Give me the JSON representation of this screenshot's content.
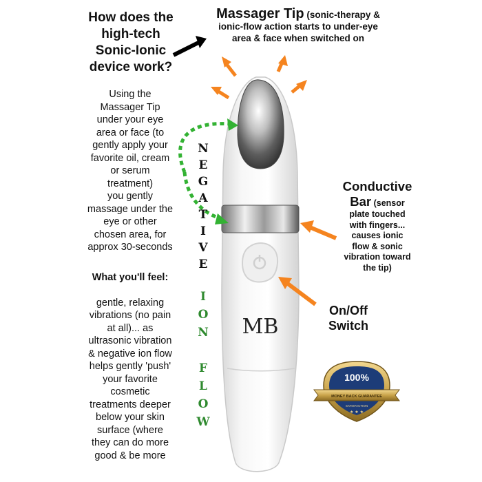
{
  "question": {
    "lines": [
      "How does the",
      "high-tech",
      "Sonic-Ionic",
      "device work?"
    ]
  },
  "massager_tip": {
    "title": "Massager Tip",
    "desc_line1": "(sonic-therapy &",
    "desc_line2": "ionic-flow action starts to under-eye",
    "desc_line3": "area & face when switched on"
  },
  "using": {
    "lines": [
      "Using the",
      "Massager Tip",
      "under your eye",
      "area or face (to",
      "gently apply your",
      "favorite oil, cream",
      "or serum",
      "treatment)",
      "you gently",
      "massage under the",
      "eye or other",
      "chosen area, for",
      "approx 30-seconds"
    ]
  },
  "feel": {
    "title": "What you'll feel:",
    "lines": [
      "gentle, relaxing",
      "vibrations (no pain",
      "at all)... as",
      "ultrasonic vibration",
      "& negative ion flow",
      "helps gently 'push'",
      "your favorite",
      "cosmetic",
      "treatments deeper",
      "below your skin",
      "surface (where",
      "they can do more",
      "good & be more"
    ]
  },
  "vertical_words": {
    "negative": [
      "N",
      "E",
      "G",
      "A",
      "T",
      "I",
      "V",
      "E"
    ],
    "ion_flow": [
      "I",
      "O",
      "N",
      "F",
      "L",
      "O",
      "W"
    ]
  },
  "conductive_bar": {
    "title_line1": "Conductive",
    "title_line2": "Bar",
    "desc_first": "(sensor",
    "desc_lines": [
      "plate touched",
      "with fingers...",
      "causes ionic",
      "flow & sonic",
      "vibration toward",
      "the tip)"
    ]
  },
  "onoff": {
    "line1": "On/Off",
    "line2": "Switch"
  },
  "logo": {
    "letters": "MB"
  },
  "badge": {
    "percent": "100%",
    "ribbon": "MONEY BACK GUARANTEE",
    "bottom": "SATISFACTION"
  },
  "colors": {
    "orange_arrow": "#f5841f",
    "green_arrow": "#33b233",
    "ion_flow_text": "#2f8a2f",
    "badge_gold": "#c9a34a",
    "badge_blue": "#1d3c78"
  }
}
